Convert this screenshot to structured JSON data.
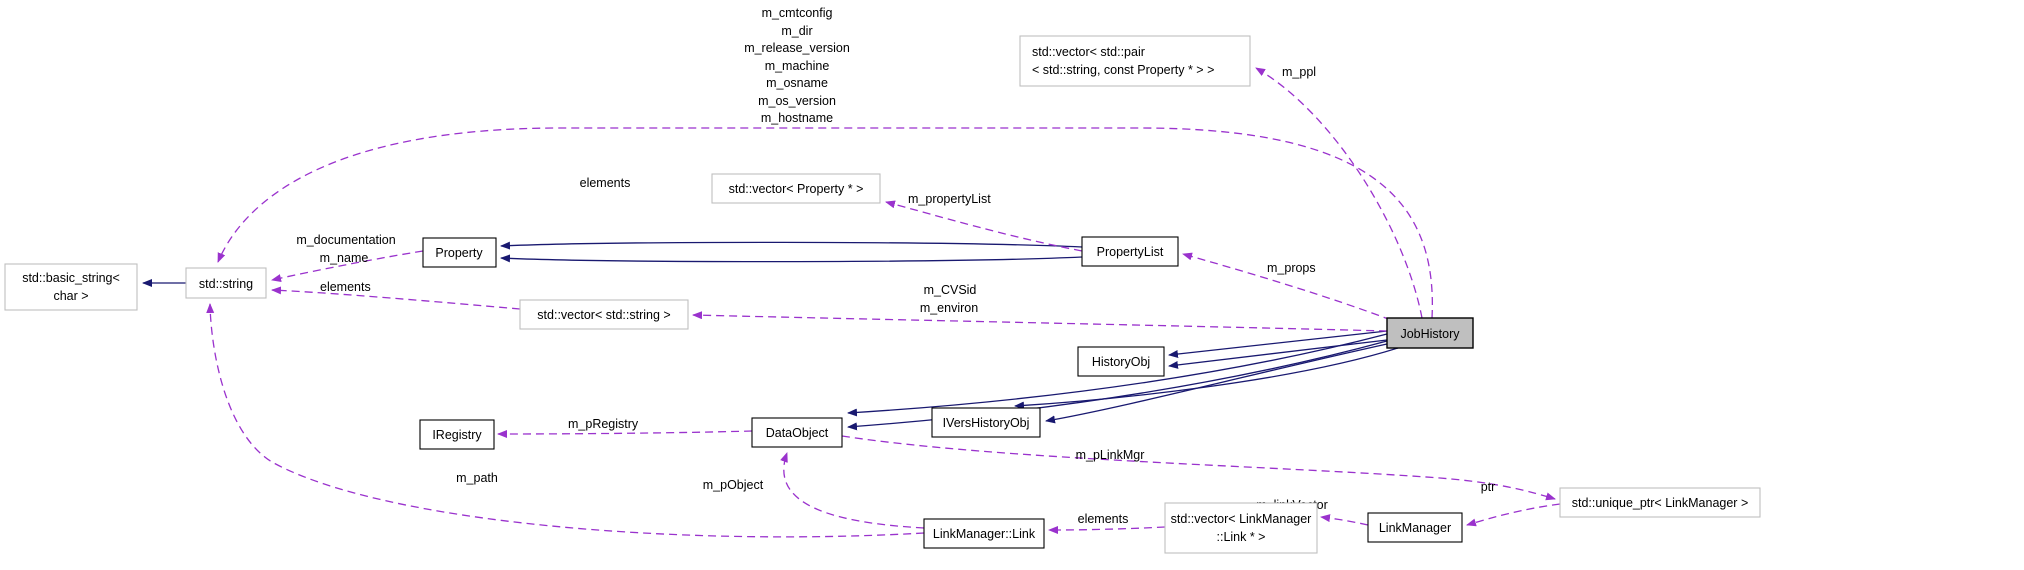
{
  "diagram": {
    "kind": "doxygen-collaboration-graph",
    "colors": {
      "background": "#ffffff",
      "inheritance_edge": "#191970",
      "usage_edge": "#9a32cd",
      "documented_border": "#000000",
      "external_border": "#bfbfbf",
      "highlight_fill": "#bfbfbf"
    }
  },
  "nodes": {
    "basic_string": {
      "lines": [
        "std::basic_string<",
        "char >"
      ]
    },
    "string": {
      "label": "std::string"
    },
    "property": {
      "label": "Property"
    },
    "vector_property": {
      "label": "std::vector< Property * >"
    },
    "pair_vector": {
      "lines": [
        "std::vector< std::pair",
        "< std::string, const Property * > >"
      ]
    },
    "property_list": {
      "label": "PropertyList"
    },
    "job_history": {
      "label": "JobHistory"
    },
    "vector_string": {
      "label": "std::vector< std::string >"
    },
    "history_obj": {
      "label": "HistoryObj"
    },
    "ivers_history_obj": {
      "label": "IVersHistoryObj"
    },
    "data_object": {
      "label": "DataObject"
    },
    "iregistry": {
      "label": "IRegistry"
    },
    "link": {
      "label": "LinkManager::Link"
    },
    "vector_link": {
      "lines": [
        "std::vector< LinkManager",
        "::Link * >"
      ]
    },
    "link_manager": {
      "label": "LinkManager"
    },
    "unique_ptr": {
      "label": "std::unique_ptr< LinkManager >"
    }
  },
  "edge_labels": {
    "job_env_block": {
      "lines": [
        "m_cmtconfig",
        "m_dir",
        "m_release_version",
        "m_machine",
        "m_osname",
        "m_os_version",
        "m_hostname"
      ]
    },
    "m_ppl": "m_ppl",
    "elements_top": "elements",
    "m_property_list": "m_propertyList",
    "prop_string": {
      "lines": [
        "m_documentation",
        "m_name"
      ]
    },
    "m_props": "m_props",
    "cvs_block": {
      "lines": [
        "m_CVSid",
        "m_environ"
      ]
    },
    "elements_left": "elements",
    "m_p_registry": "m_pRegistry",
    "m_p_link_mgr": "m_pLinkMgr",
    "m_path": "m_path",
    "m_p_object": "m_pObject",
    "elements_bottom": "elements",
    "m_link_vector": "m_linkVector",
    "ptr": "ptr"
  }
}
